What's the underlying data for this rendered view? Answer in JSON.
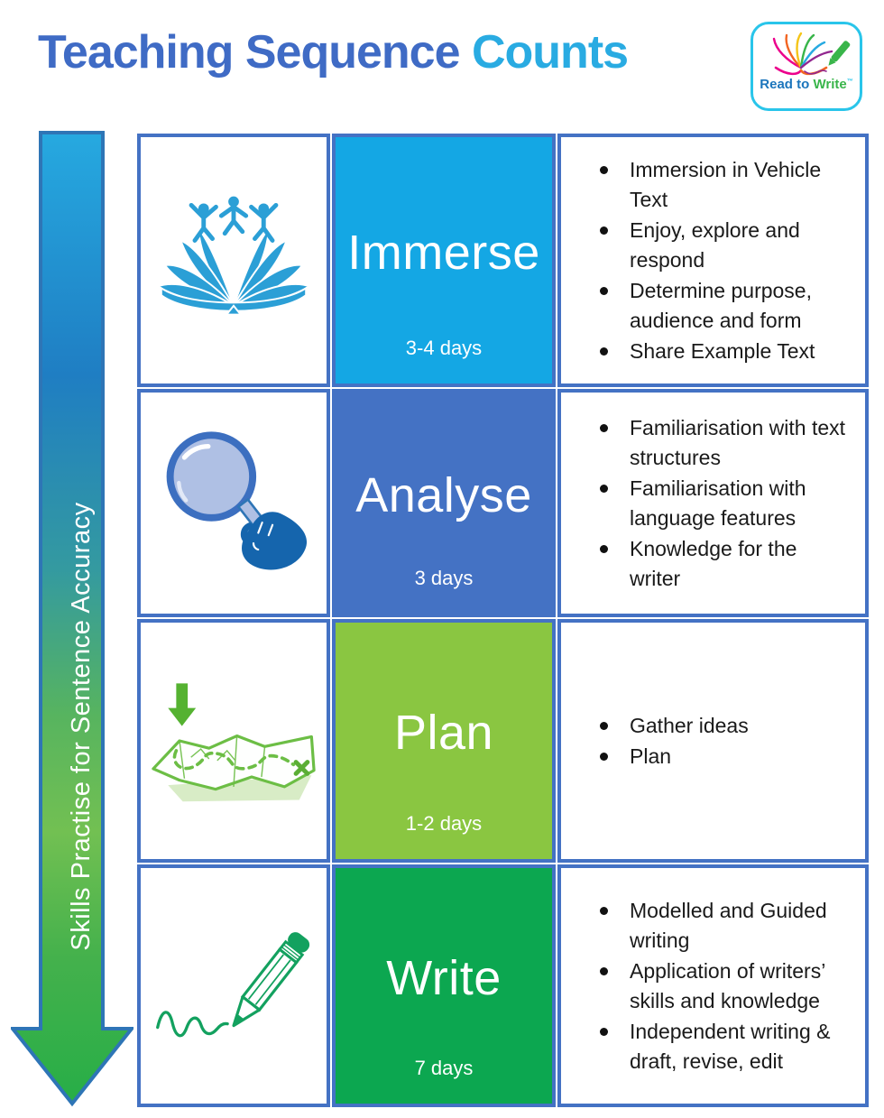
{
  "header": {
    "title_primary": "Teaching Sequence",
    "title_accent": "Counts"
  },
  "logo": {
    "read_to": "Read to",
    "write": "Write",
    "tm": "™",
    "icon": "read-to-write-book-pencil-icon",
    "border_color": "#29C5EA",
    "read_color": "#1B75BC",
    "write_color": "#39B54A"
  },
  "arrow": {
    "label": "Skills Practise for Sentence Accuracy",
    "top_color": "#26A9E0",
    "bottom_color": "#27AE47",
    "border_color": "#2E75B6"
  },
  "table": {
    "border_color": "#4472C4",
    "rows": [
      {
        "name": "Immerse",
        "duration": "3-4 days",
        "color": "#14A7E4",
        "icon": "open-book-jumping-readers-icon",
        "bullets": [
          "Immersion in Vehicle Text",
          "Enjoy, explore and respond",
          "Determine purpose, audience and form",
          "Share Example Text"
        ]
      },
      {
        "name": "Analyse",
        "duration": "3 days",
        "color": "#4472C4",
        "icon": "magnifying-glass-hand-icon",
        "bullets": [
          "Familiarisation with text structures",
          "Familiarisation with language features",
          "Knowledge for the writer"
        ]
      },
      {
        "name": "Plan",
        "duration": "1-2 days",
        "color": "#8AC641",
        "icon": "treasure-map-icon",
        "bullets": [
          "Gather ideas",
          "Plan"
        ]
      },
      {
        "name": "Write",
        "duration": "7 days",
        "color": "#0CA750",
        "icon": "pencil-writing-icon",
        "bullets": [
          "Modelled and Guided writing",
          "Application of writers’ skills and knowledge",
          "Independent writing & draft, revise, edit"
        ]
      }
    ]
  }
}
